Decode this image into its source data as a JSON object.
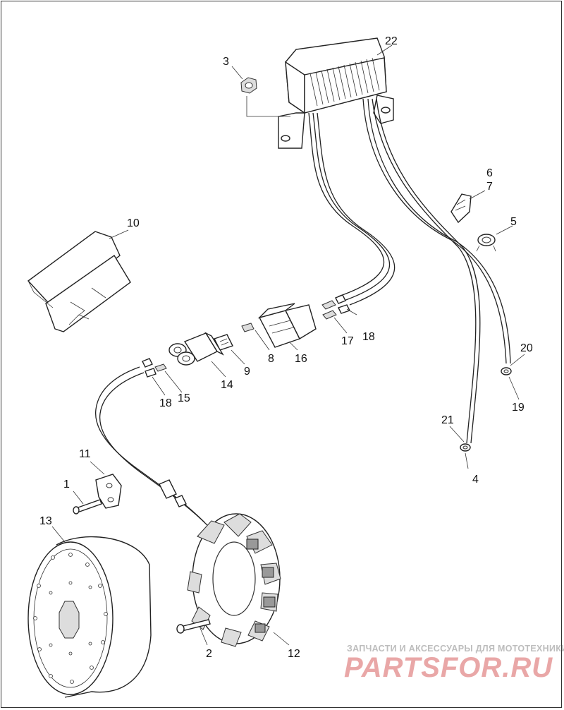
{
  "diagram": {
    "callouts": [
      "1",
      "2",
      "3",
      "4",
      "5",
      "6",
      "7",
      "8",
      "9",
      "10",
      "11",
      "12",
      "13",
      "14",
      "15",
      "16",
      "17",
      "18",
      "18",
      "19",
      "20",
      "21",
      "22"
    ]
  },
  "watermark": {
    "caption": "ЗАПЧАСТИ И АКСЕССУАРЫ ДЛЯ МОТОТЕХНИКИ",
    "logo": "PARTSFOR.RU"
  }
}
